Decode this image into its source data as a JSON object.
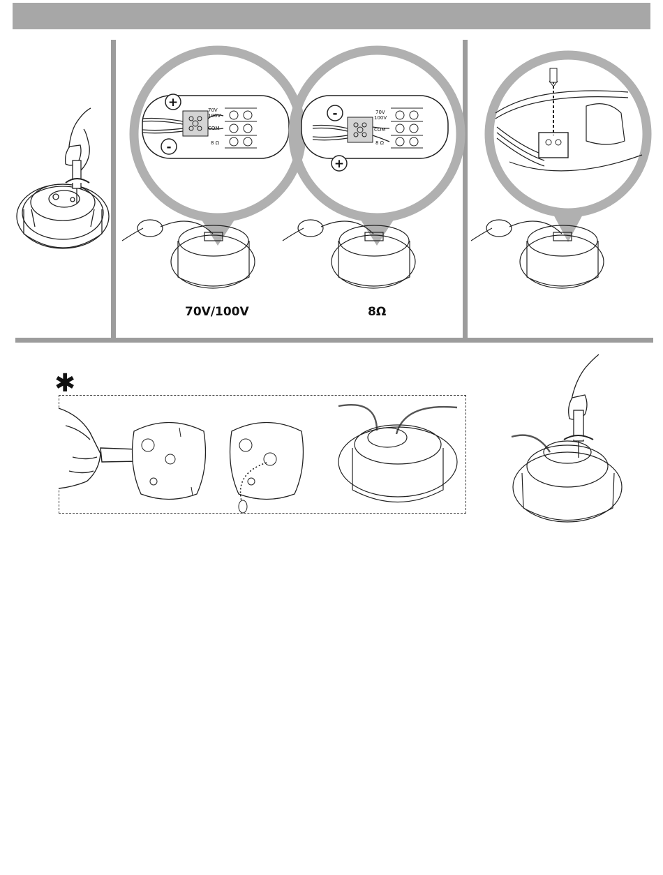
{
  "panels": {
    "wiring_70v": {
      "caption": "70V/100V",
      "plus_sign": "+",
      "minus_sign": "-",
      "terminals": [
        "70V",
        "100V",
        "COM",
        "8 Ω"
      ]
    },
    "wiring_8ohm": {
      "caption": "8Ω",
      "plus_sign": "+",
      "minus_sign": "-",
      "terminals": [
        "70V",
        "100V",
        "COM",
        "8 Ω"
      ]
    }
  },
  "optional": {
    "asterisk": "✱"
  },
  "icons": [
    "screwdriver-icon",
    "speaker-icon",
    "magnifier-icon",
    "hand-icon"
  ],
  "colors": {
    "header": "#a7a7a7",
    "separator": "#9c9c9c",
    "magnifier": "#b0b0b0"
  }
}
